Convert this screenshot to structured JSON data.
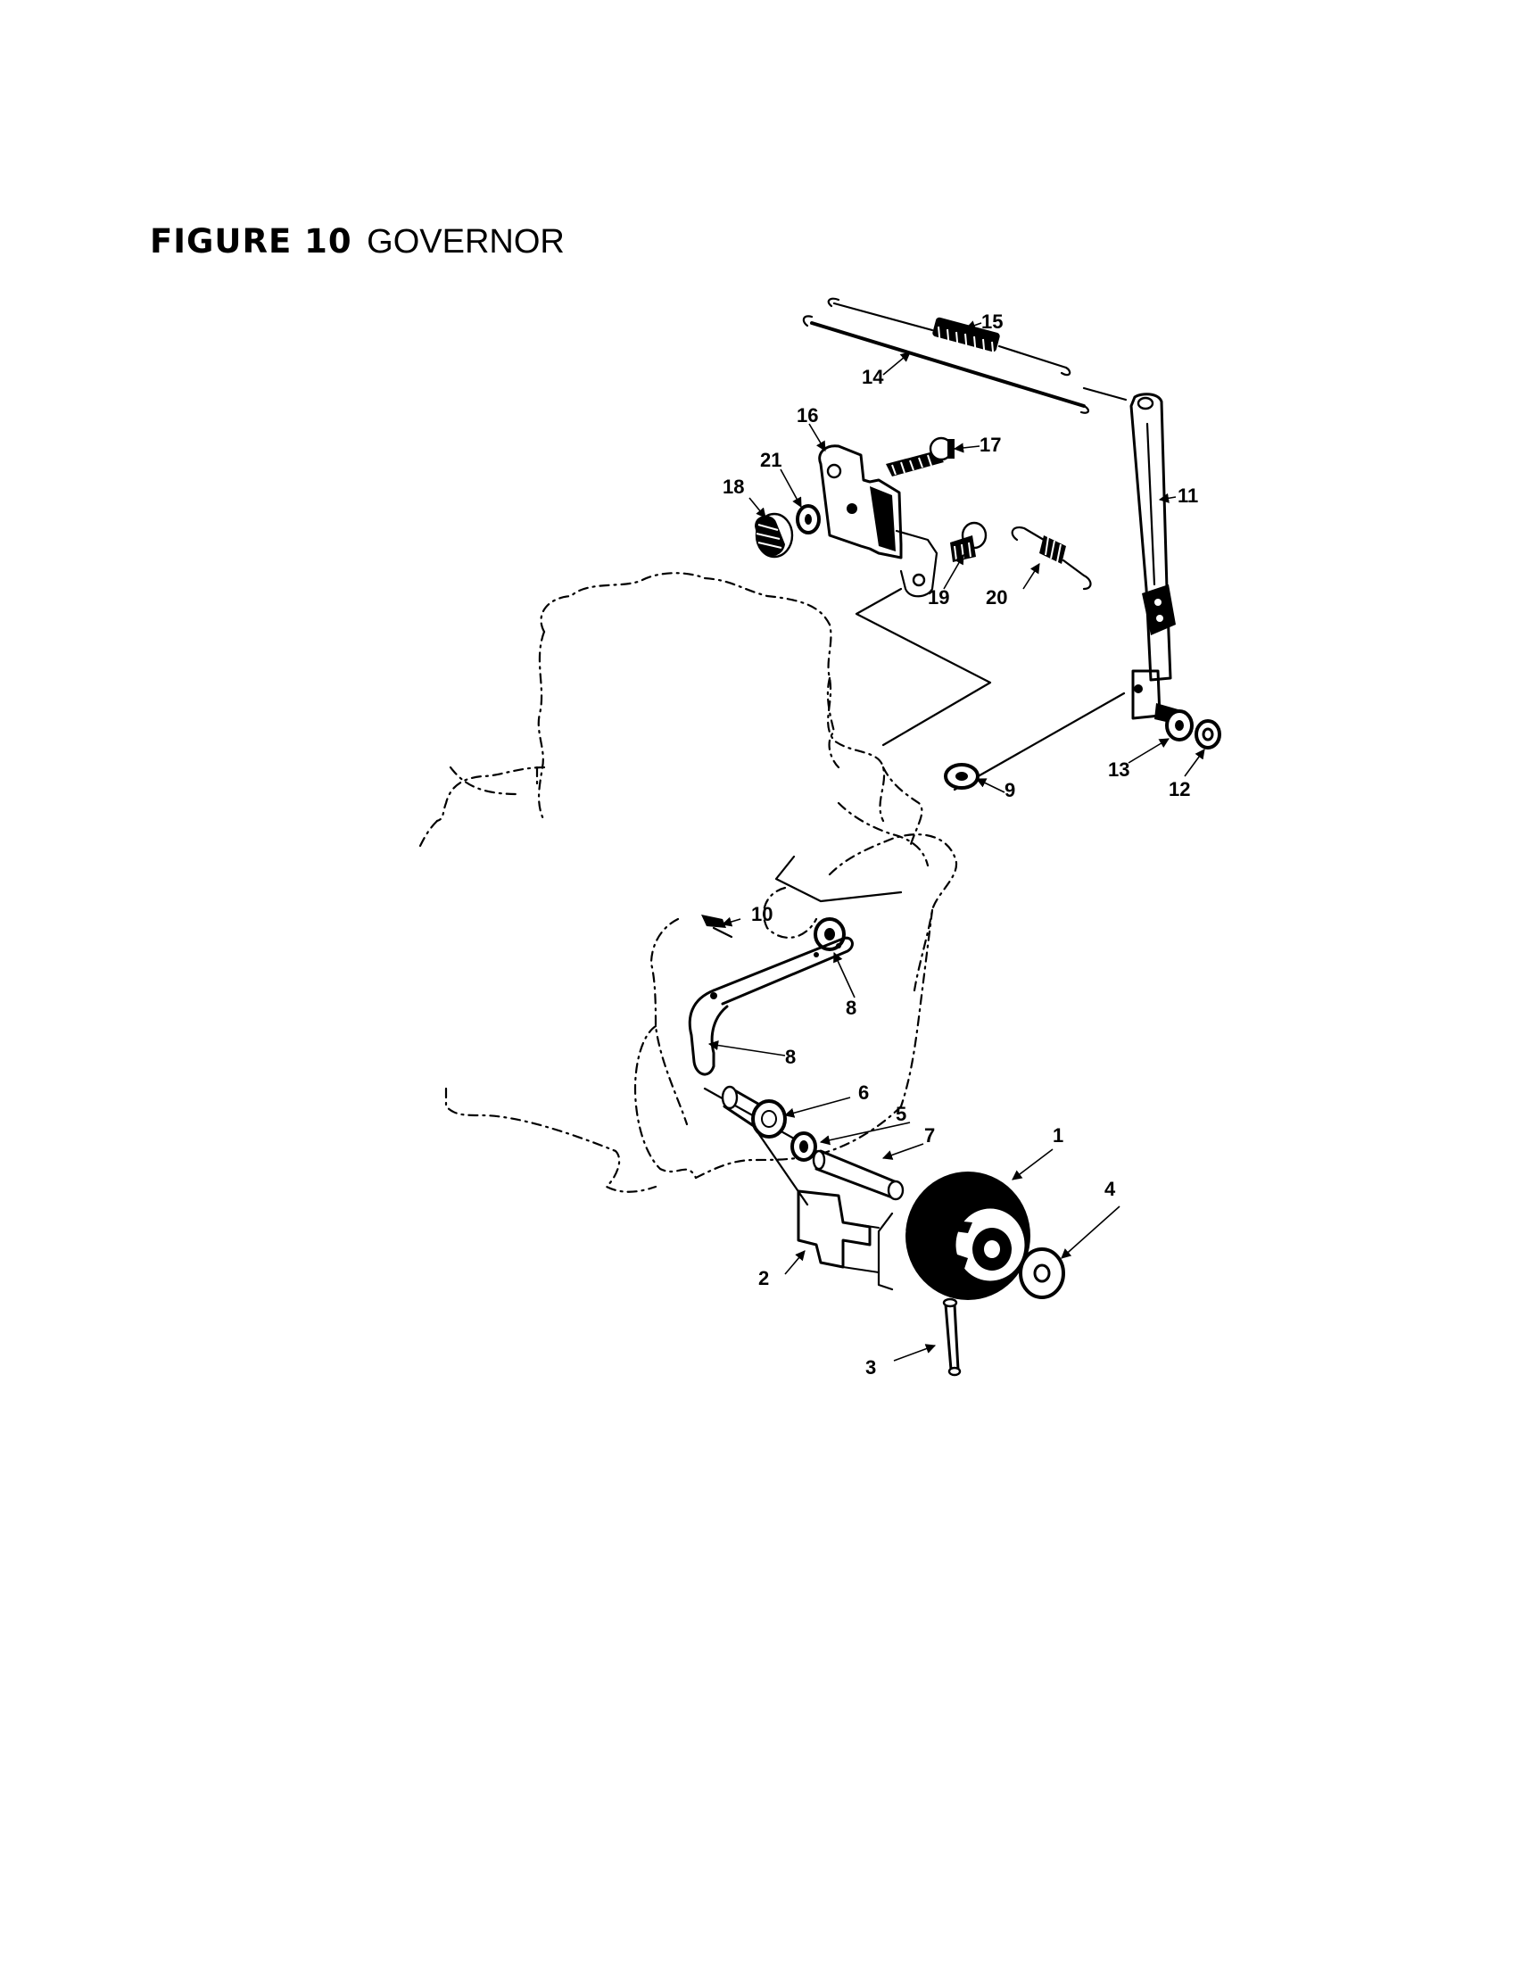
{
  "figure": {
    "label": "FIGURE 10",
    "name": "GOVERNOR"
  },
  "callouts": [
    "1",
    "2",
    "3",
    "4",
    "5",
    "6",
    "7",
    "8",
    "8",
    "9",
    "10",
    "11",
    "12",
    "13",
    "14",
    "15",
    "16",
    "17",
    "18",
    "19",
    "20",
    "21"
  ]
}
